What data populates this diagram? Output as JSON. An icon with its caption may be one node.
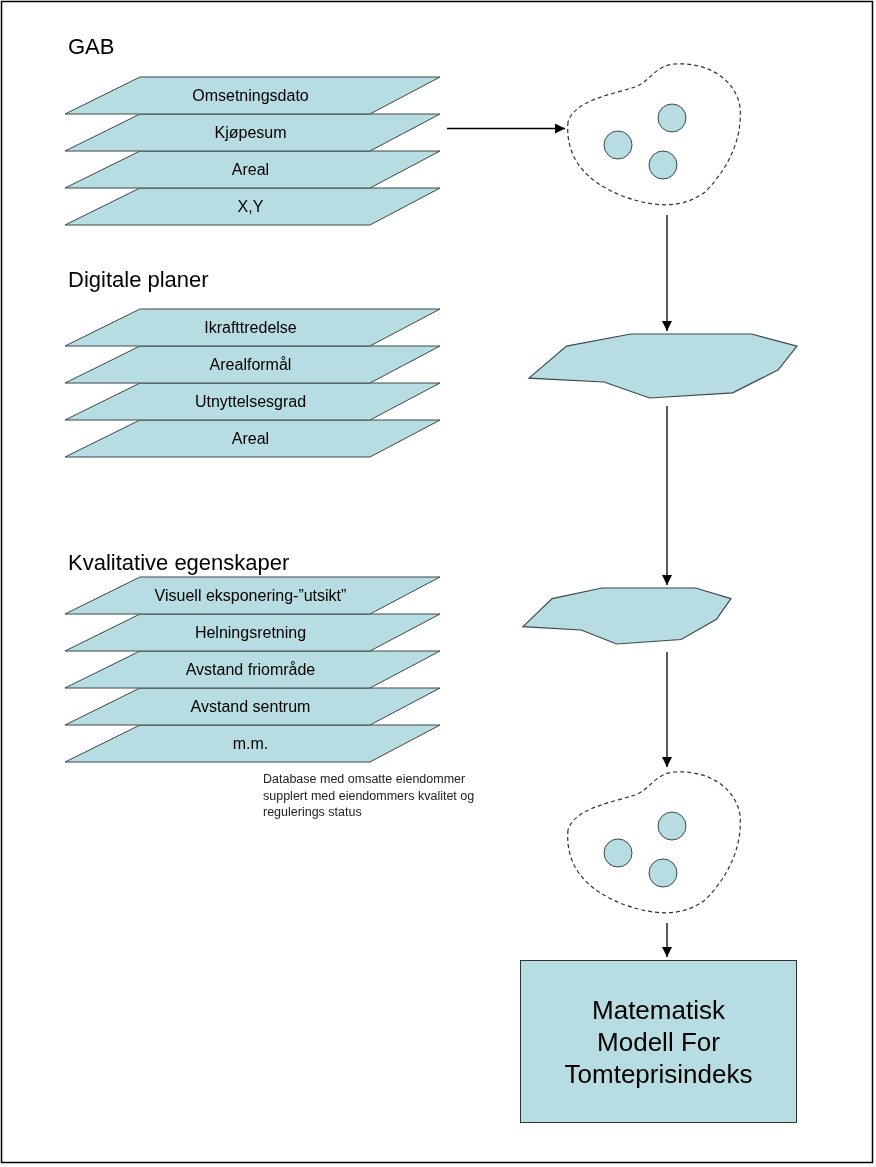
{
  "diagram": {
    "nodes": [
      {
        "text": [
          "Omsetningsdato"
        ]
      },
      {
        "text": [
          "Kjøpesum"
        ]
      },
      {
        "text": [
          "Areal"
        ]
      },
      {
        "text": [
          "X,Y"
        ]
      },
      {
        "text": [
          "Ikrafttredelse"
        ]
      },
      {
        "text": [
          "Arealformål"
        ]
      },
      {
        "text": [
          "Utnyttelsesgrad"
        ]
      },
      {
        "text": [
          "Areal"
        ]
      },
      {
        "text": [
          "Visuell eksponering-”utsikt”"
        ]
      },
      {
        "text": [
          "Helningsretning"
        ]
      },
      {
        "text": [
          "Avstand friområde"
        ]
      },
      {
        "text": [
          "Avstand sentrum"
        ]
      },
      {
        "text": [
          "m.m."
        ]
      },
      {
        "text": [],
        "shape": "cloud"
      },
      {
        "text": [],
        "shape": "polygon"
      },
      {
        "text": [],
        "shape": "polygon"
      },
      {
        "text": [],
        "shape": "cloud"
      },
      {
        "text": [
          "Matematisk Modell For Tomteprisindeks"
        ]
      }
    ],
    "edges": [
      {
        "from": 1,
        "to": 13,
        "arrow": "to"
      },
      {
        "from": 13,
        "to": 14,
        "arrow": "to"
      },
      {
        "from": 14,
        "to": 15,
        "arrow": "to"
      },
      {
        "from": 15,
        "to": 16,
        "arrow": "to"
      },
      {
        "from": 16,
        "to": 17,
        "arrow": "to"
      }
    ],
    "labels": [
      "GAB",
      "Digitale planer",
      "Kvalitative egenskaper",
      "Database med omsatte eiendommer supplert med eiendommers kvalitet og regulerings status"
    ]
  }
}
